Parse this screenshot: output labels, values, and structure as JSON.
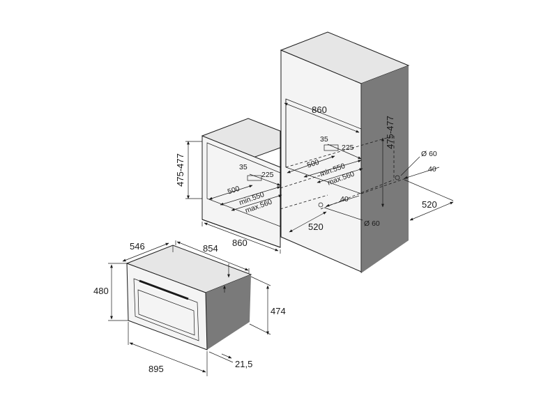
{
  "oven": {
    "depth": "546",
    "body_width": "854",
    "height": "480",
    "front_width": "895",
    "body_height": "474",
    "panel_thickness": "21,5"
  },
  "column_install": {
    "width": "860",
    "height": "475-477",
    "vent_depth": "35",
    "vent_width": "225",
    "depth": "500",
    "min_depth": "min.550",
    "max_depth": "max.560",
    "hole_diameter": "Ø 60",
    "hole_offset": "40",
    "side_depth": "520"
  },
  "under_counter_install": {
    "width": "860",
    "height": "475-477",
    "vent_depth": "35",
    "vent_width": "225",
    "depth": "500",
    "min_depth": "min.550",
    "max_depth": "max.560",
    "hole_offset": "40",
    "hole_diameter": "Ø 60",
    "side_depth": "520"
  }
}
